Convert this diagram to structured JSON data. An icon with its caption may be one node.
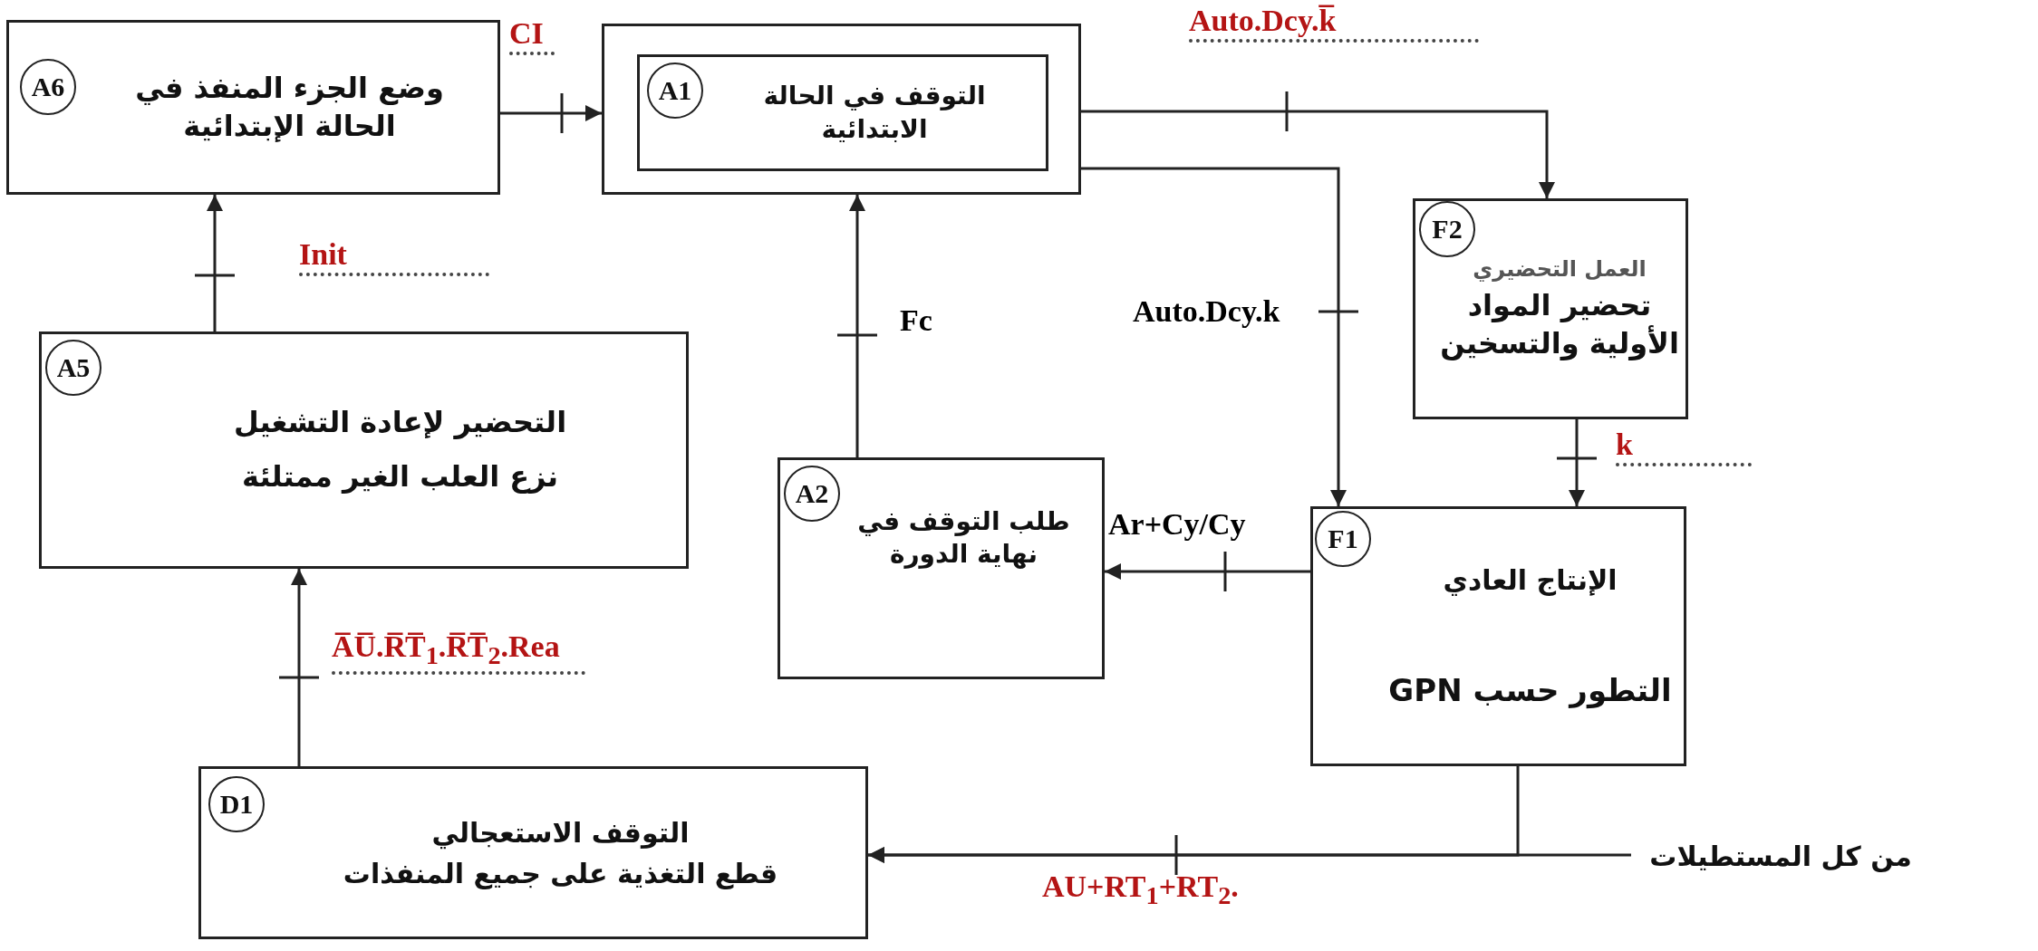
{
  "diagram": {
    "nodes": [
      {
        "text": [
          "وضع الجزء المنفذ في الحالة الإبتدائية"
        ]
      },
      {
        "text": [
          "A6"
        ],
        "in": 0
      },
      {
        "text": [],
        "shape": "box"
      },
      {
        "text": [
          "التوقف في الحالة الابتدائية"
        ],
        "in": 2
      },
      {
        "text": [
          "A1"
        ],
        "in": 3
      },
      {
        "text": [
          "العمل التحضيري",
          "تحضير المواد الأولية والتسخين"
        ]
      },
      {
        "text": [
          "F2"
        ],
        "in": 5
      },
      {
        "text": [
          "التحضير لإعادة التشغيل",
          "نزع العلب الغير ممتلئة"
        ]
      },
      {
        "text": [
          "A5"
        ],
        "in": 7
      },
      {
        "text": [
          "طلب التوقف في نهاية الدورة"
        ]
      },
      {
        "text": [
          "A2"
        ],
        "in": 9
      },
      {
        "text": [
          "الإنتاج العادي",
          "التطور حسب GPN"
        ]
      },
      {
        "text": [
          "F1"
        ],
        "in": 11
      },
      {
        "text": [
          "التوقف الاستعجالي",
          "قطع التغذية على جميع المنفذات"
        ]
      },
      {
        "text": [
          "D1"
        ],
        "in": 13
      },
      {
        "text": [
          "من كل المستطيلات"
        ]
      }
    ],
    "edges": [
      {
        "from": 0,
        "to": 2,
        "arrow": "to",
        "label": "CI"
      },
      {
        "from": 2,
        "to": 5,
        "arrow": "to",
        "label": "Auto.Dcy.k̅"
      },
      {
        "from": 2,
        "to": 11,
        "arrow": "to",
        "label": "Auto.Dcy.k"
      },
      {
        "from": 5,
        "to": 11,
        "arrow": "to",
        "label": "k"
      },
      {
        "from": 11,
        "to": 9,
        "arrow": "to",
        "label": "Ar+Cy/Cy"
      },
      {
        "from": 9,
        "to": 2,
        "arrow": "to",
        "label": "Fc"
      },
      {
        "from": 7,
        "to": 0,
        "arrow": "to",
        "label": "Init"
      },
      {
        "from": 13,
        "to": 7,
        "arrow": "to",
        "label": "A̅U̅.R̅T̅$_{1}$.R̅T̅$_{2}$.Rea"
      },
      {
        "from": 15,
        "to": 13,
        "arrow": "to",
        "label": "AU+RT$_{1}$+RT$_{2}$."
      },
      {
        "from": 11,
        "to": 13,
        "arrow": "to"
      }
    ]
  }
}
